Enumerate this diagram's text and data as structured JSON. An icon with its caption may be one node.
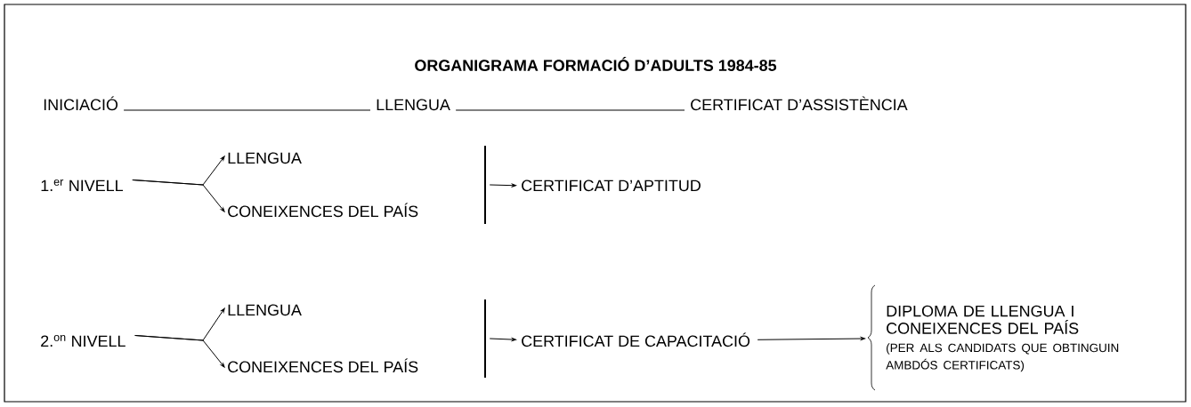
{
  "diagram": {
    "title": "ORGANIGRAMA FORMACIÓ D’ADULTS 1984-85",
    "nodes": [
      {
        "text": [
          "INICIACIÓ"
        ]
      },
      {
        "text": [
          "LLENGUA"
        ]
      },
      {
        "text": [
          "CERTIFICAT D’ASSISTÈNCIA"
        ]
      },
      {
        "text": [
          "1.$^{er}$ NIVELL"
        ]
      },
      {
        "text": [
          "LLENGUA"
        ]
      },
      {
        "text": [
          "CONEIXENCES DEL PAÍS"
        ]
      },
      {
        "text": [],
        "shape": "bar"
      },
      {
        "text": [
          "CERTIFICAT D’APTITUD"
        ]
      },
      {
        "text": [
          "2.$^{on}$ NIVELL"
        ]
      },
      {
        "text": [
          "LLENGUA"
        ]
      },
      {
        "text": [
          "CONEIXENCES DEL PAÍS"
        ]
      },
      {
        "text": [],
        "shape": "bar"
      },
      {
        "text": [
          "CERTIFICAT DE CAPACITACIÓ"
        ]
      },
      {
        "text": [
          "DIPLOMA DE LLENGUA I CONEIXENCES DEL PAÍS",
          "(PER ALS CANDIDATS QUE OBTINGUIN AMBDÓS CERTIFICATS)"
        ]
      }
    ],
    "edges": [
      {
        "from": 0,
        "to": 1,
        "arrow": "none"
      },
      {
        "from": 1,
        "to": 2,
        "arrow": "none"
      },
      {
        "from": 3,
        "to": 4,
        "arrow": "to"
      },
      {
        "from": 3,
        "to": 5,
        "arrow": "to"
      },
      {
        "from": 6,
        "to": 7,
        "arrow": "to"
      },
      {
        "from": 8,
        "to": 9,
        "arrow": "to"
      },
      {
        "from": 8,
        "to": 10,
        "arrow": "to"
      },
      {
        "from": 11,
        "to": 12,
        "arrow": "to"
      },
      {
        "from": 12,
        "to": 13,
        "arrow": "to"
      }
    ]
  }
}
